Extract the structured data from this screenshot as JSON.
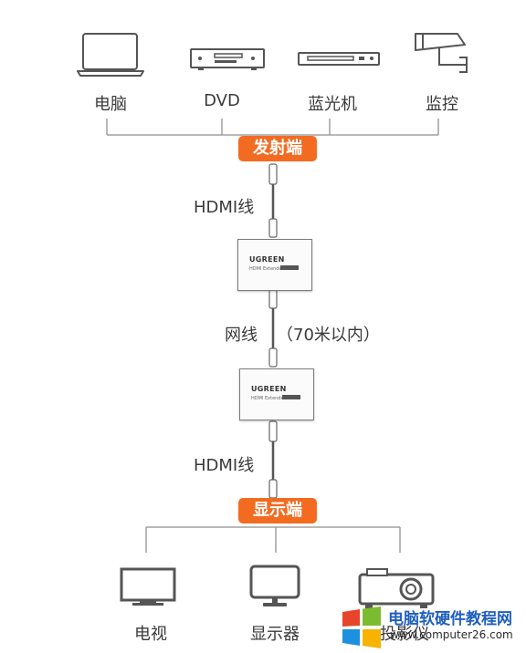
{
  "sources": [
    {
      "label": "电脑",
      "icon": "laptop-icon"
    },
    {
      "label": "DVD",
      "icon": "dvd-player-icon"
    },
    {
      "label": "蓝光机",
      "icon": "bluray-player-icon"
    },
    {
      "label": "监控",
      "icon": "cctv-camera-icon"
    }
  ],
  "transmitter_badge": "发射端",
  "cable_top_label": "HDMI线",
  "device_brand": "UGREEN",
  "transmitter_model": "HDMI Extender TX",
  "network_label": "网线",
  "network_distance": "（70米以内）",
  "receiver_model": "HDMI Extender RX",
  "cable_bottom_label": "HDMI线",
  "receiver_badge": "显示端",
  "displays": [
    {
      "label": "电视",
      "icon": "tv-icon"
    },
    {
      "label": "显示器",
      "icon": "monitor-icon"
    },
    {
      "label": "投影仪",
      "icon": "projector-icon"
    }
  ],
  "watermark": {
    "title": "电脑软硬件教程网",
    "url": "www.computer26.com",
    "icon": "windows-logo-icon"
  },
  "colors": {
    "badge": "#f36b21",
    "line": "#999999",
    "watermark_text": "#1f5fbf"
  }
}
